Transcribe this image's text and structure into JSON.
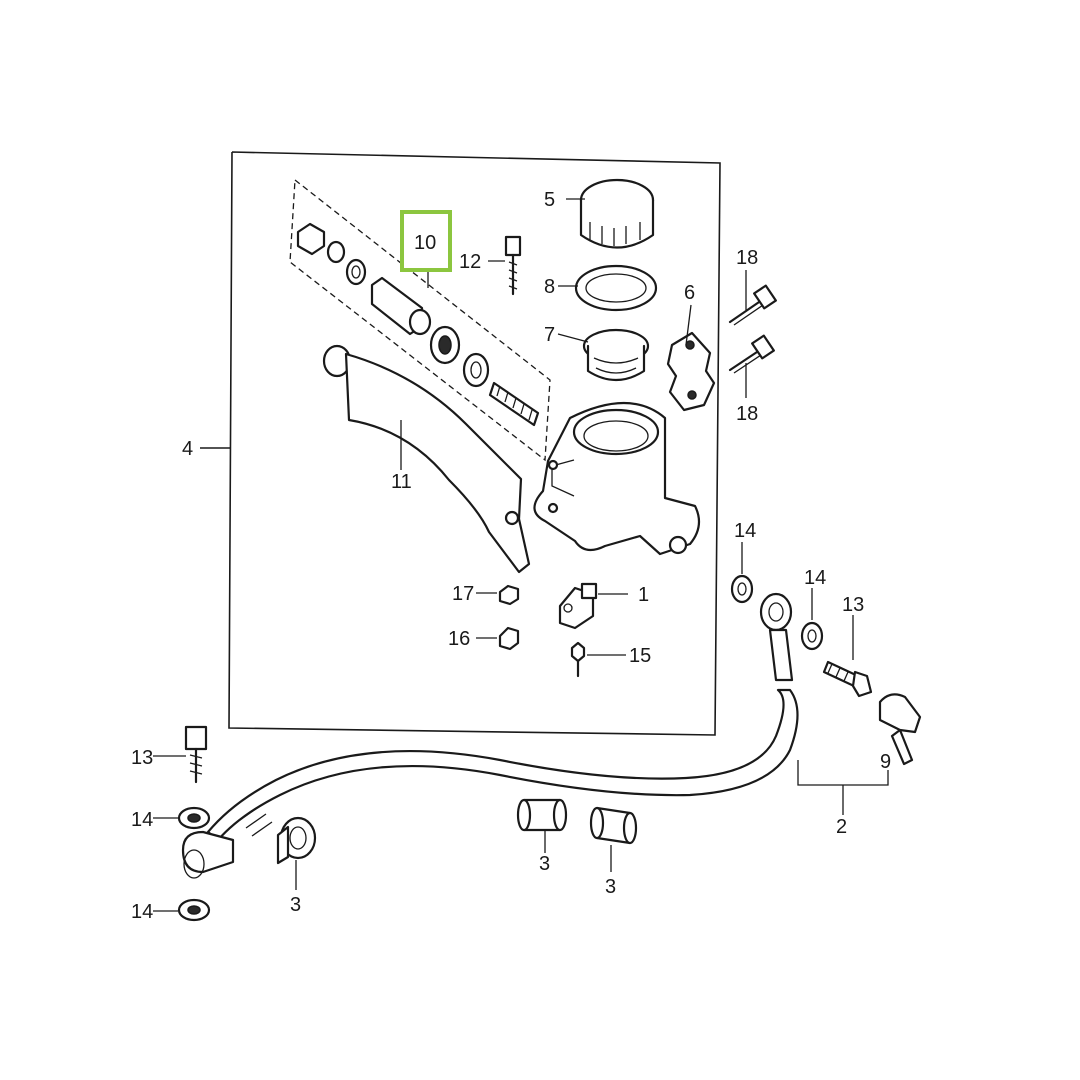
{
  "highlight": {
    "color": "#8cc63f"
  },
  "callouts": {
    "c1": "1",
    "c2": "2",
    "c3a": "3",
    "c3b": "3",
    "c3c": "3",
    "c4": "4",
    "c5": "5",
    "c6": "6",
    "c7": "7",
    "c8": "8",
    "c9": "9",
    "c10": "10",
    "c11": "11",
    "c12": "12",
    "c13a": "13",
    "c13b": "13",
    "c14a": "14",
    "c14b": "14",
    "c14c": "14",
    "c14d": "14",
    "c15": "15",
    "c16": "16",
    "c17": "17",
    "c18a": "18",
    "c18b": "18"
  },
  "icons": {
    "master_cylinder": "master-cylinder-body-icon",
    "reservoir_cap": "reservoir-cap-icon",
    "lever": "brake-lever-icon",
    "hose": "brake-hose-icon"
  }
}
